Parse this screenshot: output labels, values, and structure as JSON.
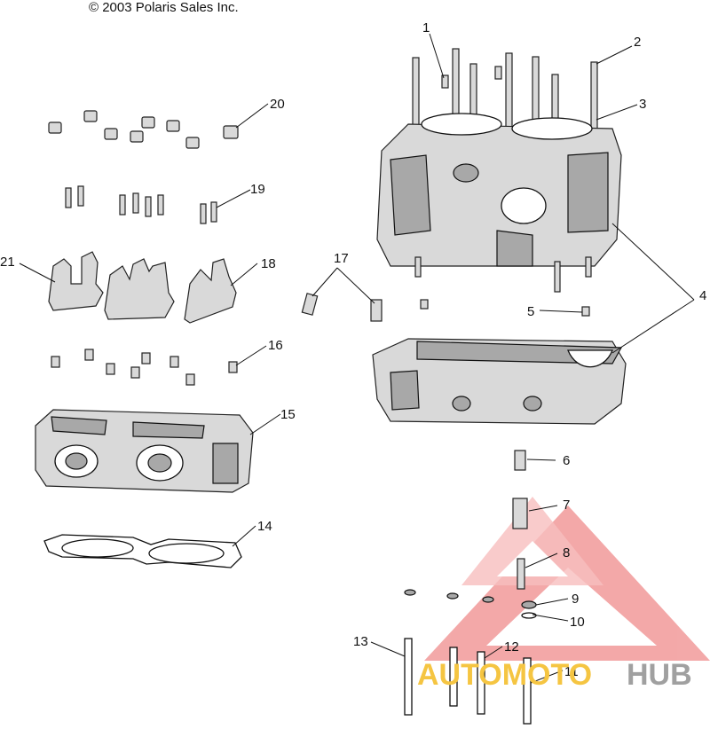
{
  "copyright": "© 2003 Polaris Sales Inc.",
  "callouts": [
    {
      "id": "1",
      "label": "1"
    },
    {
      "id": "2",
      "label": "2"
    },
    {
      "id": "3",
      "label": "3"
    },
    {
      "id": "4",
      "label": "4"
    },
    {
      "id": "5",
      "label": "5"
    },
    {
      "id": "6",
      "label": "6"
    },
    {
      "id": "7",
      "label": "7"
    },
    {
      "id": "8",
      "label": "8"
    },
    {
      "id": "9",
      "label": "9"
    },
    {
      "id": "10",
      "label": "10"
    },
    {
      "id": "11",
      "label": "11"
    },
    {
      "id": "12",
      "label": "12"
    },
    {
      "id": "13",
      "label": "13"
    },
    {
      "id": "14",
      "label": "14"
    },
    {
      "id": "15",
      "label": "15"
    },
    {
      "id": "16",
      "label": "16"
    },
    {
      "id": "17",
      "label": "17"
    },
    {
      "id": "18",
      "label": "18"
    },
    {
      "id": "19",
      "label": "19"
    },
    {
      "id": "20",
      "label": "20"
    },
    {
      "id": "21",
      "label": "21"
    }
  ],
  "watermark": {
    "part1": "AUTOMOTO",
    "part2": "HUB",
    "color_primary": "#f08a8a",
    "color_accent": "#f5c542",
    "color_secondary": "#a0a0a0"
  }
}
